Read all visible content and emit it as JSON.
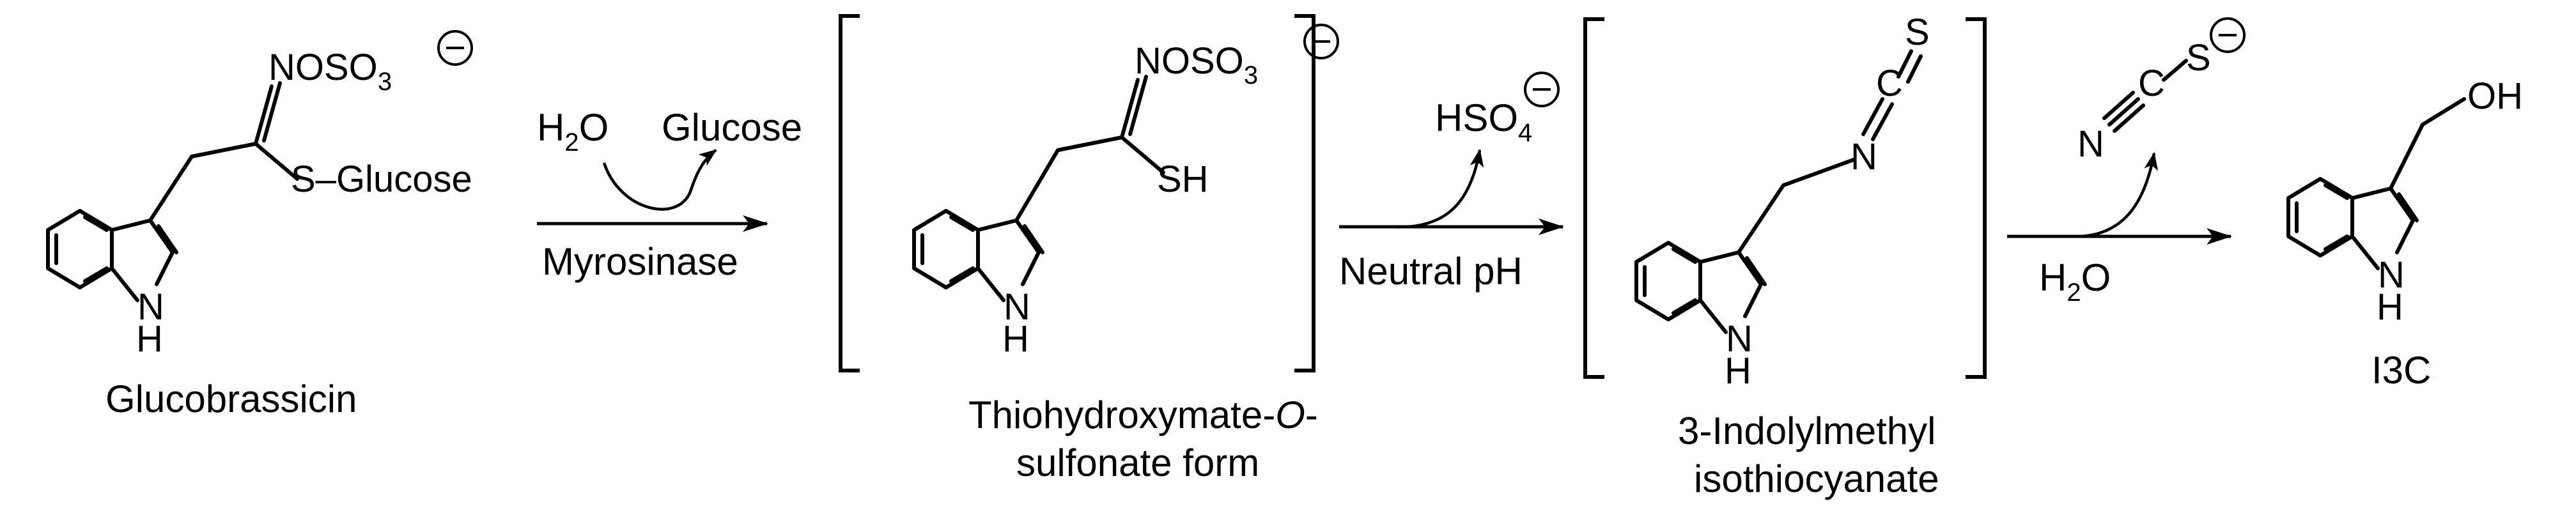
{
  "compounds": {
    "glucobrassicin": {
      "caption": "Glucobrassicin",
      "nh_n": "N",
      "nh_h": "H",
      "oxime_prefix": "NOSO",
      "oxime_sub": "3",
      "s_glucose": "S–Glucose"
    },
    "thiohydroximate": {
      "caption_line1": "Thiohydroxymate-",
      "caption_italic": "O",
      "caption_dash": "-",
      "caption_line2": "sulfonate form",
      "nh_n": "N",
      "nh_h": "H",
      "oxime_prefix": "NOSO",
      "oxime_sub": "3",
      "sh": "SH"
    },
    "isothiocyanate": {
      "caption_line1": "3-Indolylmethyl",
      "caption_line2": "isothiocyanate",
      "nh_n": "N",
      "nh_h": "H",
      "n_atom": "N",
      "c_atom": "C",
      "s_atom": "S"
    },
    "i3c": {
      "caption": "I3C",
      "nh_n": "N",
      "nh_h": "H",
      "oh": "OH"
    }
  },
  "steps": {
    "step1": {
      "reagent_in": "H",
      "reagent_in_sub": "2",
      "reagent_in_tail": "O",
      "product_out": "Glucose",
      "catalyst": "Myrosinase"
    },
    "step2": {
      "byproduct_prefix": "HSO",
      "byproduct_sub": "4",
      "condition": "Neutral pH"
    },
    "step3": {
      "byproduct_n": "N",
      "byproduct_c": "C",
      "byproduct_s": "S",
      "reagent_prefix": "H",
      "reagent_sub": "2",
      "reagent_tail": "O"
    }
  },
  "symbols": {
    "negative_charge": "−"
  }
}
